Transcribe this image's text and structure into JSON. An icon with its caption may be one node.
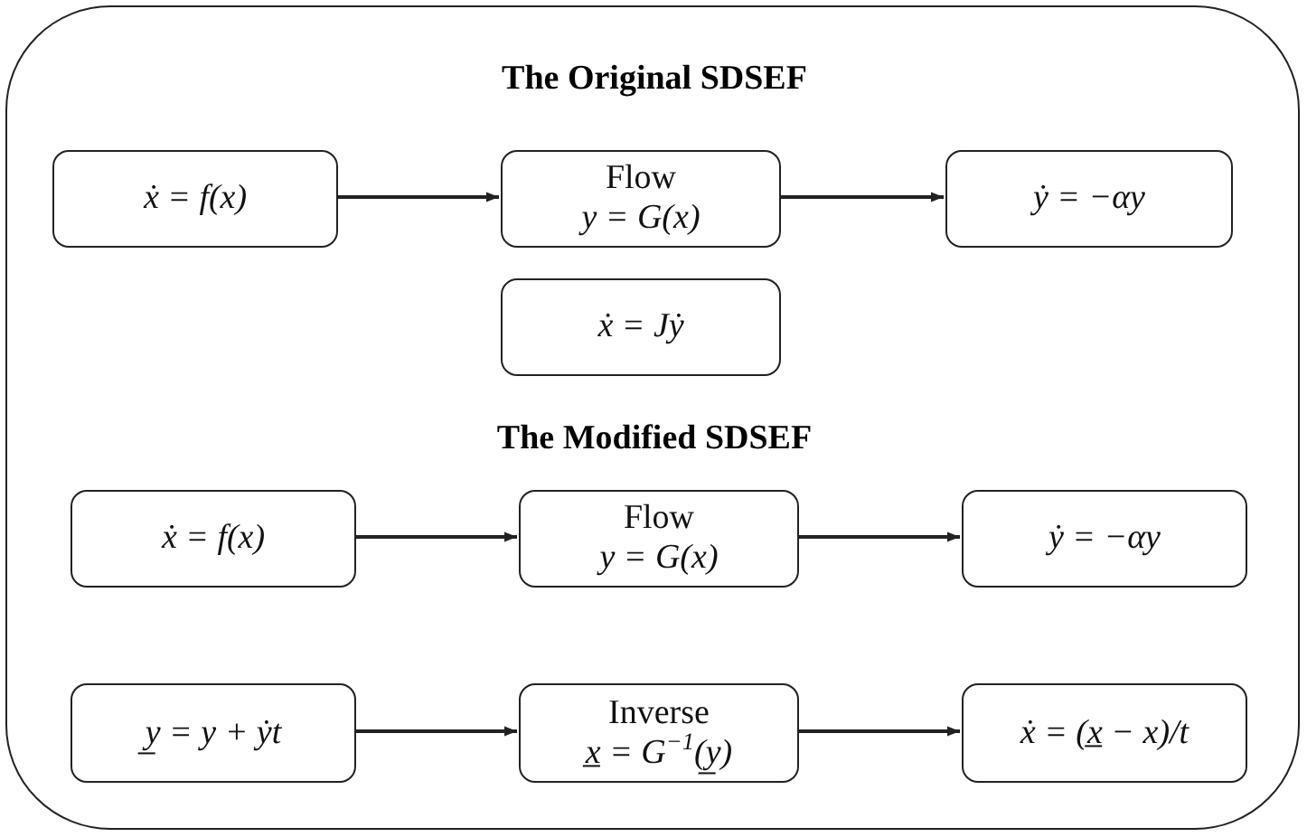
{
  "diagram": {
    "nodes": [
      {
        "text": [],
        "shape": "box"
      },
      {
        "text": [
          "ẋ = f(x)"
        ],
        "in": 0
      },
      {
        "text": [
          "Flow",
          "y = G(x)"
        ],
        "in": 0
      },
      {
        "text": [
          "ẏ = −αy"
        ],
        "in": 0
      },
      {
        "text": [
          "ẋ = Jẏ"
        ],
        "in": 0
      },
      {
        "text": [
          "ẋ = f(x)"
        ],
        "in": 0
      },
      {
        "text": [
          "Flow",
          "y = G(x)"
        ],
        "in": 0
      },
      {
        "text": [
          "ẏ = −αy"
        ],
        "in": 0
      },
      {
        "text": [
          "y̲ = y + ẏt"
        ],
        "in": 0
      },
      {
        "text": [
          "Inverse",
          "x̲ = G$^{−1}$(y̲)"
        ],
        "in": 0
      },
      {
        "text": [
          "ẋ = (x̲ − x)/t"
        ],
        "in": 0
      }
    ],
    "edges": [
      {
        "from": 1,
        "to": 2,
        "arrow": "to"
      },
      {
        "from": 2,
        "to": 3,
        "arrow": "to"
      },
      {
        "from": 5,
        "to": 6,
        "arrow": "to"
      },
      {
        "from": 6,
        "to": 7,
        "arrow": "to"
      },
      {
        "from": 8,
        "to": 9,
        "arrow": "to"
      },
      {
        "from": 9,
        "to": 10,
        "arrow": "to"
      }
    ],
    "labels": [
      "The Original SDSEF",
      "The Modified SDSEF"
    ]
  }
}
